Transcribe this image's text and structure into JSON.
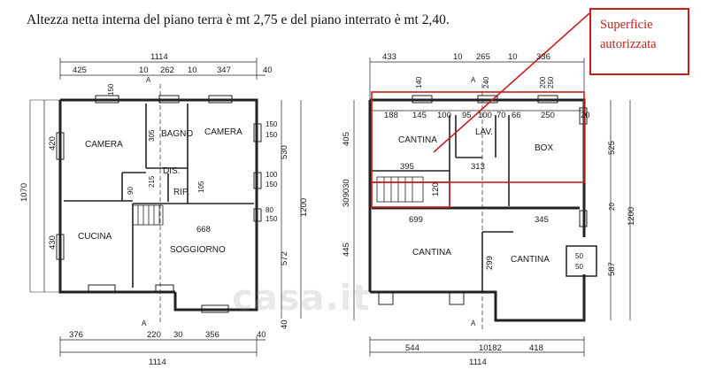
{
  "caption": "Altezza netta interna del piano terra è mt 2,75 e del piano interrato è mt 2,40.",
  "annotation": {
    "line1": "Superficie",
    "line2": "autorizzata",
    "color": "#c81e1e"
  },
  "watermark": "casa.it",
  "ground_floor": {
    "rooms": {
      "camera_left": "CAMERA",
      "bagno": "BAGNO",
      "camera_right": "CAMERA",
      "dis": "DIS.",
      "rip": "RIP.",
      "cucina": "CUCINA",
      "soggiorno": "SOGGIORNO"
    },
    "dims": {
      "overall_top": "1114",
      "top_a": "425",
      "top_b": "10",
      "top_c": "262",
      "top_d": "10",
      "top_e": "347",
      "top_f": "40",
      "left_total": "1070",
      "left_a": "420",
      "left_b": "430",
      "right_total": "1200",
      "right_a": "530",
      "right_b": "572",
      "right_c": "40",
      "bottom_a": "376",
      "bottom_b": "220",
      "bottom_c": "30",
      "bottom_d": "356",
      "bottom_e": "40",
      "overall_bottom": "1114",
      "inner_668": "668",
      "inner_305": "305",
      "inner_215": "215",
      "inner_105": "105",
      "inner_90": "90",
      "inner_150": "150",
      "w150a": "150",
      "w150b": "150",
      "w100a": "100",
      "w100b": "150",
      "w80": "80",
      "w150c": "150",
      "marker_a": "A"
    }
  },
  "basement": {
    "rooms": {
      "cantina1": "CANTINA",
      "lav": "LAV.",
      "box": "BOX",
      "cantina2": "CANTINA",
      "cantina3": "CANTINA"
    },
    "dims": {
      "top_a": "433",
      "top_b": "10",
      "top_c": "265",
      "top_d": "10",
      "top_e": "336",
      "row_a": "188",
      "row_b": "145",
      "row_c": "100",
      "row_d": "95",
      "row_e": "100",
      "row_f": "70",
      "row_g": "66",
      "row_h": "250",
      "row_i": "20",
      "mid_a": "395",
      "mid_b": "313",
      "mid_c": "120",
      "lower_a": "699",
      "lower_b": "345",
      "left_a": "405",
      "left_b": "309030",
      "left_c": "445",
      "right_a": "525",
      "right_b": "1200",
      "right_c": "587",
      "right_d": "20",
      "inner_299": "299",
      "pillar": "50",
      "bottom_a": "544",
      "bottom_b": "182",
      "bottom_c": "10",
      "bottom_d": "418",
      "overall_bottom": "1114",
      "w140": "140",
      "w240": "240",
      "w200": "200",
      "w250": "250",
      "marker_a": "A"
    }
  }
}
